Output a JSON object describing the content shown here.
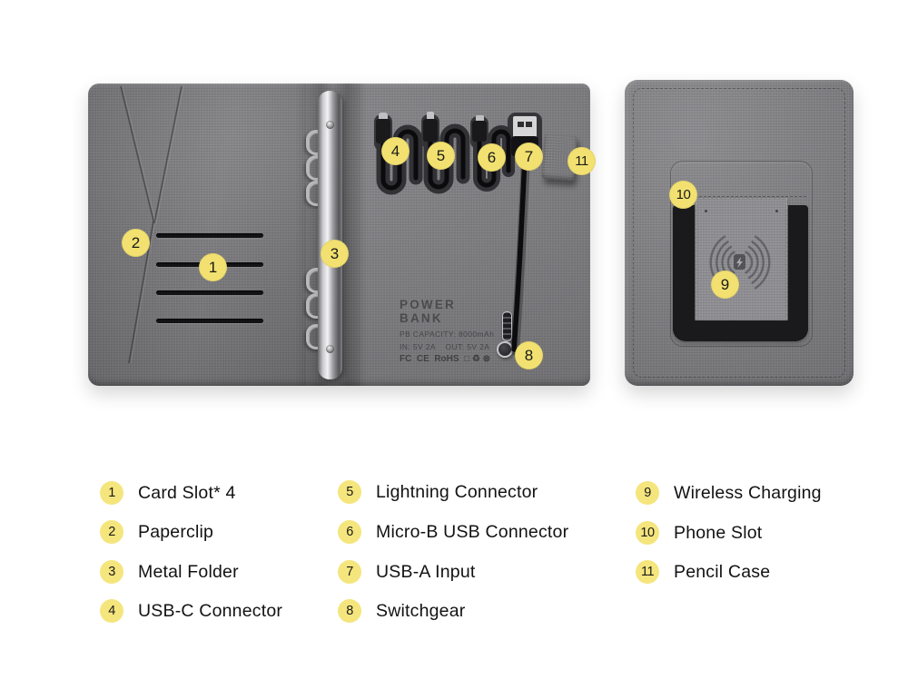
{
  "colors": {
    "callout-bg": "#f2e170",
    "legend-badge-bg": "#f5e57d",
    "fabric-gray": "#7a7a7e",
    "fabric-light": "#8f8f93",
    "band-black": "#1a1a1d",
    "text-dark": "#121212"
  },
  "powerbank": {
    "line1": "POWER BANK",
    "line2": "PB CAPACITY: 8000mAh",
    "line3": "IN: 5V 2A    OUT: 5V 2A",
    "certs": "FC  CE  RoHS  □ ♻ ⊗"
  },
  "callouts": [
    {
      "num": "1"
    },
    {
      "num": "2"
    },
    {
      "num": "3"
    },
    {
      "num": "4"
    },
    {
      "num": "5"
    },
    {
      "num": "6"
    },
    {
      "num": "7"
    },
    {
      "num": "8"
    },
    {
      "num": "9"
    },
    {
      "num": "10"
    },
    {
      "num": "11"
    }
  ],
  "legend": {
    "items": [
      {
        "num": "1",
        "label": "Card Slot* 4"
      },
      {
        "num": "2",
        "label": "Paperclip"
      },
      {
        "num": "3",
        "label": "Metal Folder"
      },
      {
        "num": "4",
        "label": "USB-C Connector"
      },
      {
        "num": "5",
        "label": "Lightning Connector"
      },
      {
        "num": "6",
        "label": "Micro-B USB Connector"
      },
      {
        "num": "7",
        "label": "USB-A Input"
      },
      {
        "num": "8",
        "label": "Switchgear"
      },
      {
        "num": "9",
        "label": "Wireless Charging"
      },
      {
        "num": "10",
        "label": "Phone Slot"
      },
      {
        "num": "11",
        "label": "Pencil Case"
      }
    ]
  }
}
